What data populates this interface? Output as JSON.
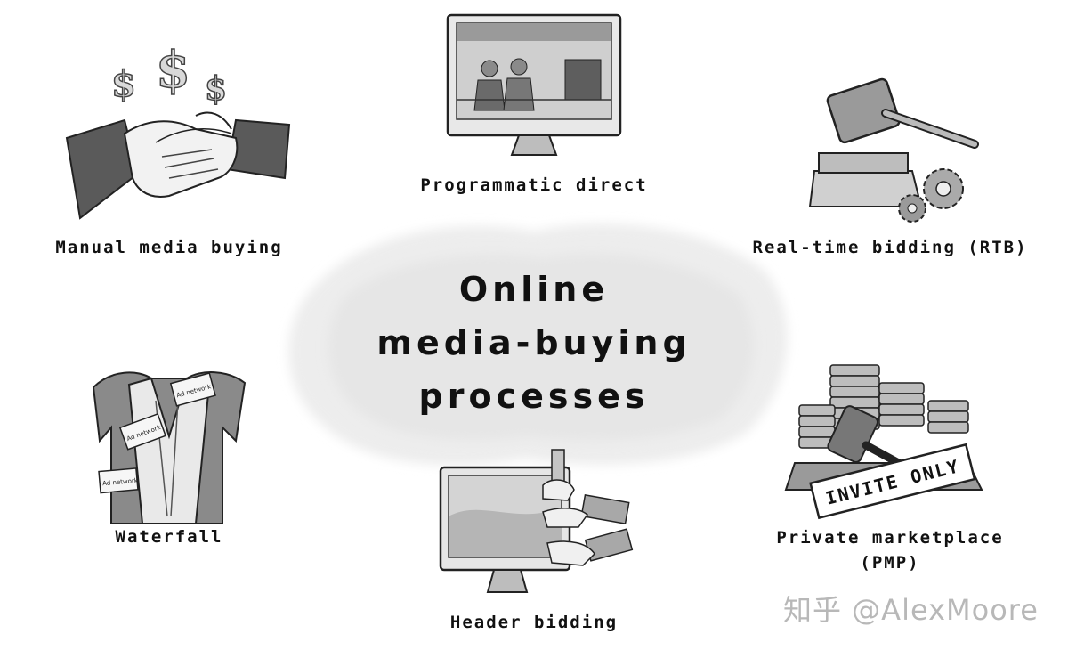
{
  "diagram": {
    "center_title_lines": [
      "Online",
      "media-buying",
      "processes"
    ],
    "nodes": [
      {
        "id": "manual",
        "label": "Manual media buying",
        "icon": "handshake-dollars-icon"
      },
      {
        "id": "programmatic",
        "label": "Programmatic direct",
        "icon": "monitor-icon"
      },
      {
        "id": "rtb",
        "label": "Real-time bidding (RTB)",
        "icon": "gavel-gears-icon"
      },
      {
        "id": "waterfall",
        "label": "Waterfall",
        "icon": "coat-ad-network-icon"
      },
      {
        "id": "header",
        "label": "Header bidding",
        "icon": "monitor-hands-cash-icon"
      },
      {
        "id": "pmp",
        "label_lines": [
          "Private marketplace",
          "(PMP)"
        ],
        "icon": "coins-gavel-icon"
      }
    ],
    "ad_network_tag": "Ad network",
    "invite_sign": "INVITE ONLY",
    "dollar_signs": [
      "$",
      "$",
      "$"
    ],
    "watermark": "知乎 @AlexMoore"
  }
}
